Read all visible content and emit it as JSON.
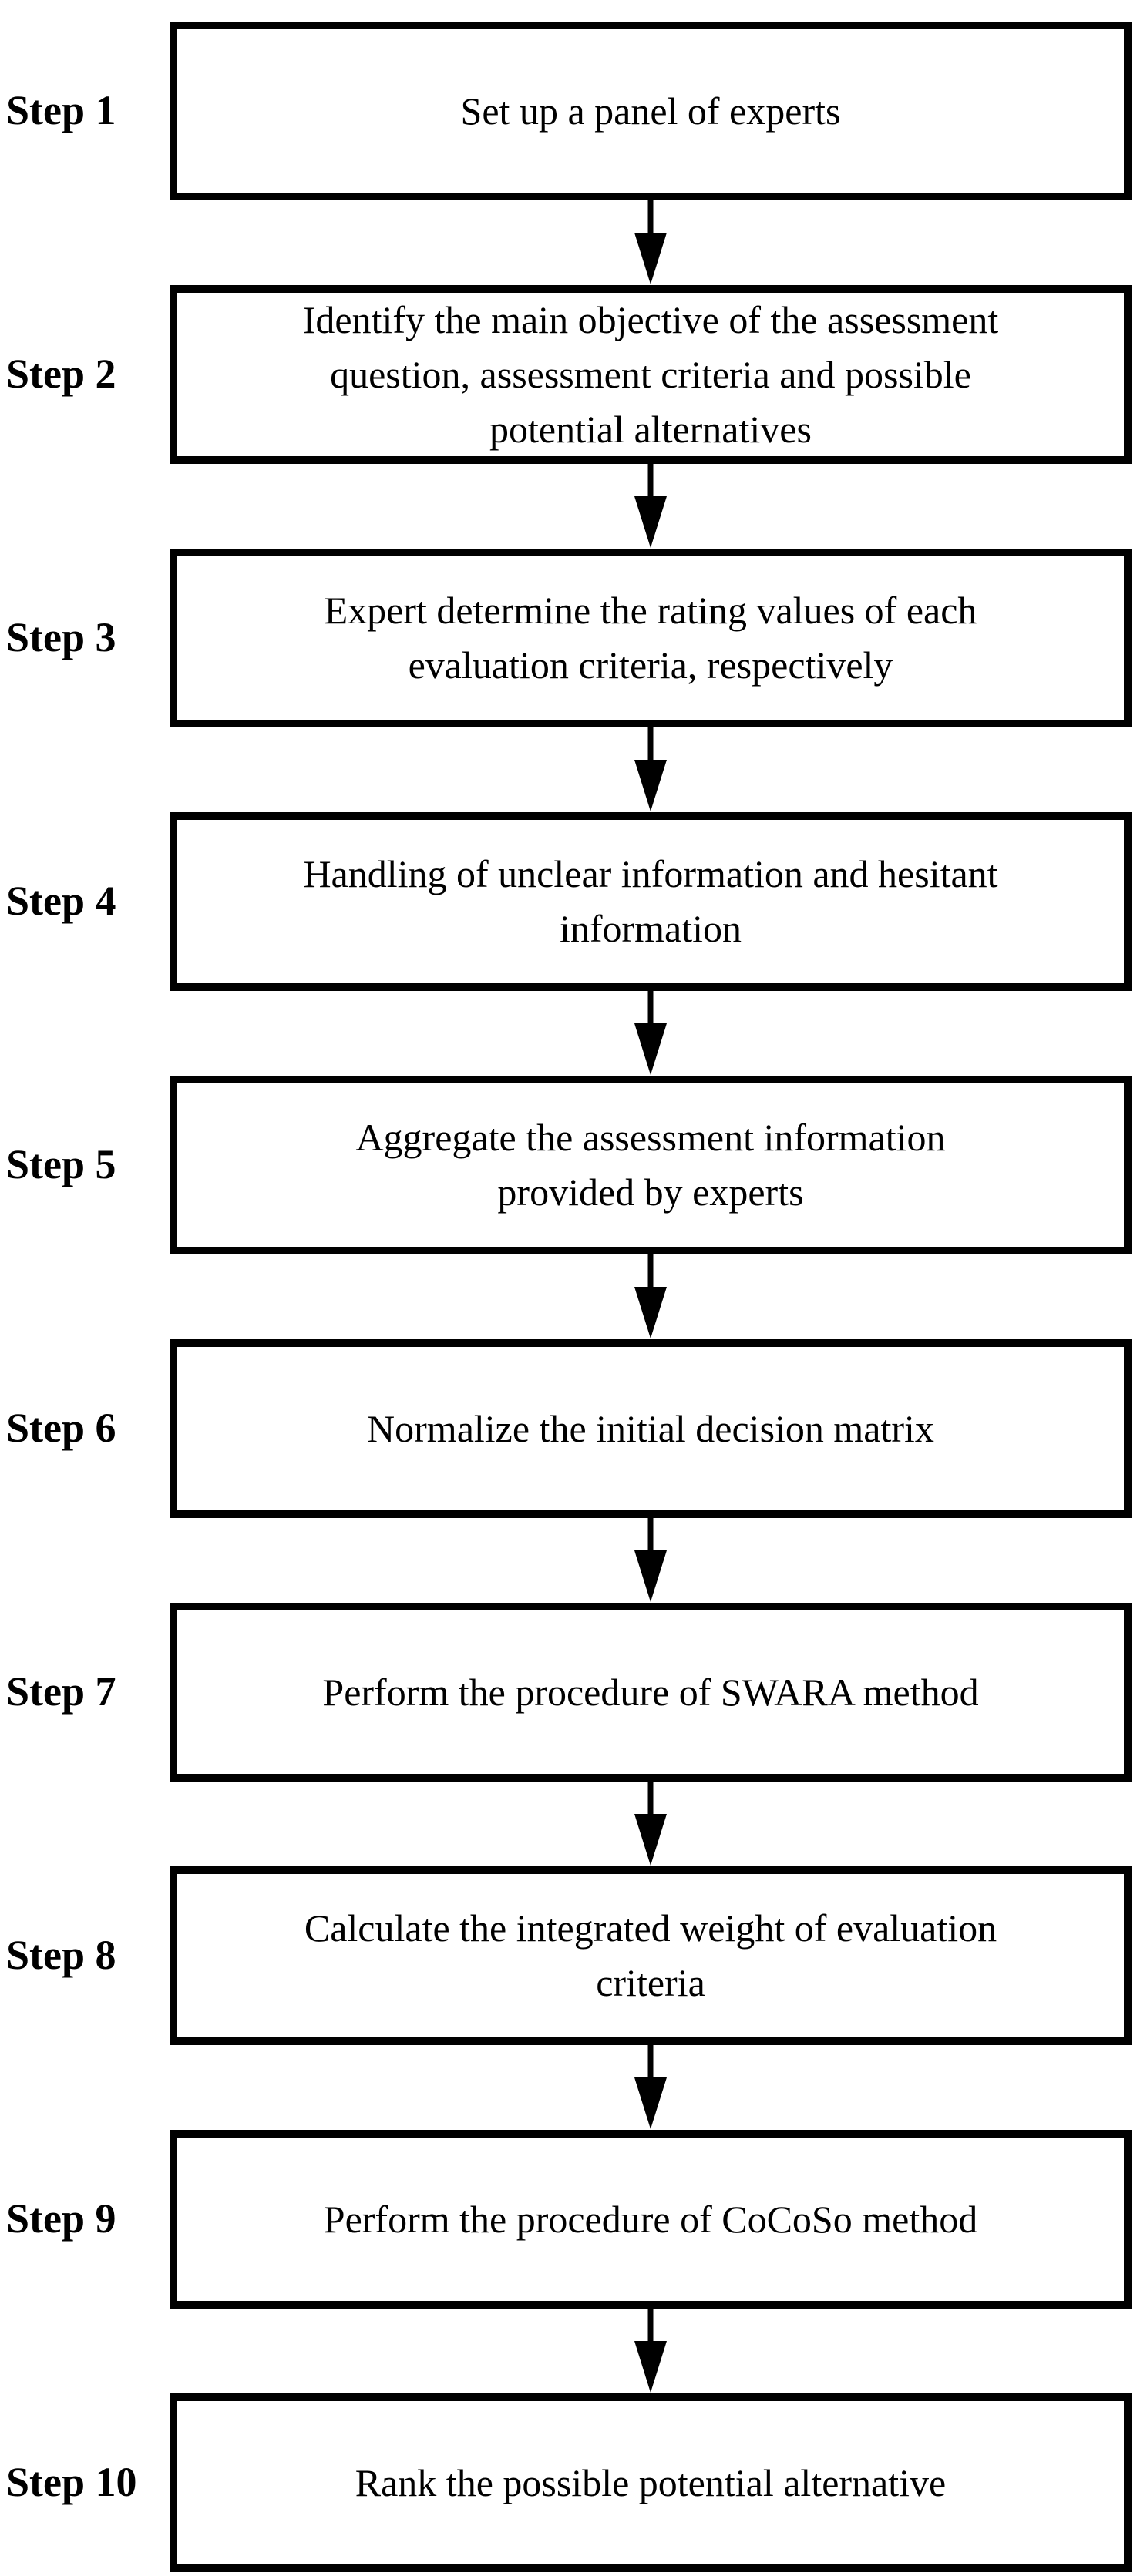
{
  "figure": {
    "type": "flowchart",
    "direction": "top-to-bottom",
    "background_color": "#ffffff",
    "line_color": "#000000",
    "steps": [
      {
        "label": "Step 1",
        "text": "Set up a panel of experts"
      },
      {
        "label": "Step 2",
        "text": "Identify the main objective of the assessment\nquestion, assessment criteria and possible\npotential alternatives"
      },
      {
        "label": "Step 3",
        "text": "Expert determine the rating values of each\nevaluation criteria, respectively"
      },
      {
        "label": "Step 4",
        "text": "Handling of unclear information and hesitant\ninformation"
      },
      {
        "label": "Step 5",
        "text": "Aggregate the assessment information\nprovided by experts"
      },
      {
        "label": "Step 6",
        "text": "Normalize the initial decision matrix"
      },
      {
        "label": "Step 7",
        "text": "Perform the procedure of SWARA method"
      },
      {
        "label": "Step 8",
        "text": "Calculate the integrated weight of evaluation\ncriteria"
      },
      {
        "label": "Step 9",
        "text": "Perform the procedure of CoCoSo method"
      },
      {
        "label": "Step 10",
        "text": "Rank the possible potential alternative"
      }
    ]
  }
}
